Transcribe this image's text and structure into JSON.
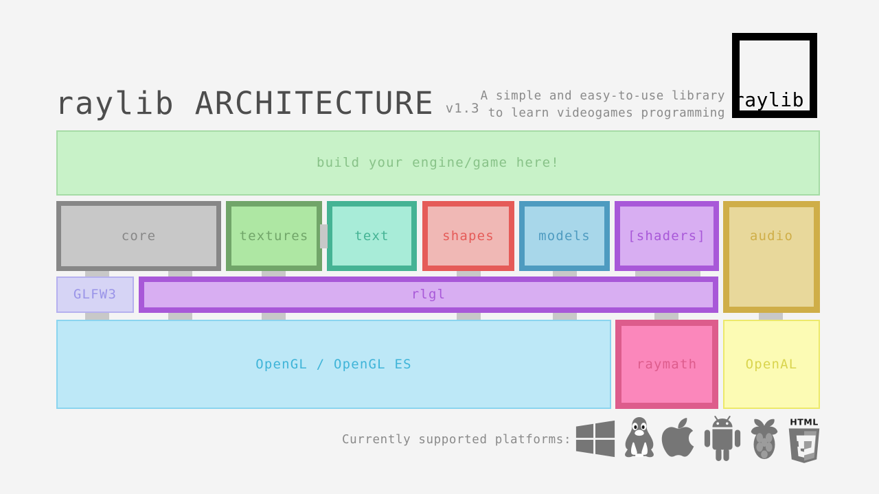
{
  "background": "#f4f4f4",
  "header": {
    "title": "raylib ARCHITECTURE",
    "version": "v1.3",
    "tagline_line1": "A simple and easy-to-use library",
    "tagline_line2": "to learn videogames programming",
    "title_color": "#4d4d4d",
    "tagline_color": "#8a8a8a"
  },
  "logo": {
    "text": "raylib",
    "border_color": "#000000",
    "fill_color": "#f4f4f4"
  },
  "user_layer": {
    "label": "build your engine/game here!",
    "fill": "#c8f2c8",
    "border": "#a5dba5",
    "text_color": "#88c288"
  },
  "modules": [
    {
      "label": "core",
      "fill": "#c8c8c8",
      "border": "#878787",
      "text_color": "#878787"
    },
    {
      "label": "textures",
      "fill": "#aee7a3",
      "border": "#71a569",
      "text_color": "#71a569"
    },
    {
      "label": "text",
      "fill": "#a8ecd8",
      "border": "#45b394",
      "text_color": "#45b394"
    },
    {
      "label": "shapes",
      "fill": "#f0b8b5",
      "border": "#e55b58",
      "text_color": "#e55b58"
    },
    {
      "label": "models",
      "fill": "#a8d7ea",
      "border": "#4e9bc0",
      "text_color": "#4e9bc0"
    },
    {
      "label": "[shaders]",
      "fill": "#d8aef2",
      "border": "#a858d8",
      "text_color": "#a858d8"
    },
    {
      "label": "audio",
      "fill": "#e8d89b",
      "border": "#cfae48",
      "text_color": "#cfae48"
    }
  ],
  "middle_layer": [
    {
      "label": "GLFW3",
      "fill": "#d6d4f5",
      "border": "#b5b0ef",
      "text_color": "#9a94e8"
    },
    {
      "label": "rlgl",
      "fill": "#d8aef2",
      "border": "#a858d8",
      "text_color": "#a858d8"
    }
  ],
  "bottom_layer": [
    {
      "label": "OpenGL / OpenGL ES",
      "fill": "#bde8f7",
      "border": "#8ad4ef",
      "text_color": "#3fb4d8"
    },
    {
      "label": "raymath",
      "fill": "#fb87bb",
      "border": "#dd5c8c",
      "text_color": "#dd5c8c"
    },
    {
      "label": "OpenAL",
      "fill": "#fcfbb4",
      "border": "#ece96a",
      "text_color": "#d9d44e"
    }
  ],
  "platforms": {
    "label": "Currently supported platforms:",
    "label_color": "#8a8a8a",
    "icon_color": "#767676",
    "items": [
      "windows-icon",
      "linux-tux-icon",
      "apple-icon",
      "android-icon",
      "raspberry-pi-icon",
      "html5-icon"
    ]
  }
}
